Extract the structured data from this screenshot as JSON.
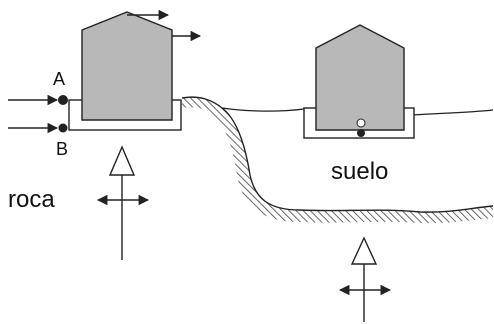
{
  "labels": {
    "point_a": "A",
    "point_b": "B",
    "rock": "roca",
    "soil": "suelo"
  },
  "colors": {
    "house_fill": "#b8b8b8",
    "line": "#222222",
    "foundation_fill": "#ffffff",
    "hatch": "#444444"
  },
  "icons": [
    "house-left",
    "house-right",
    "hollow-arrow-up",
    "double-horizontal-arrow",
    "filled-arrow-right"
  ]
}
